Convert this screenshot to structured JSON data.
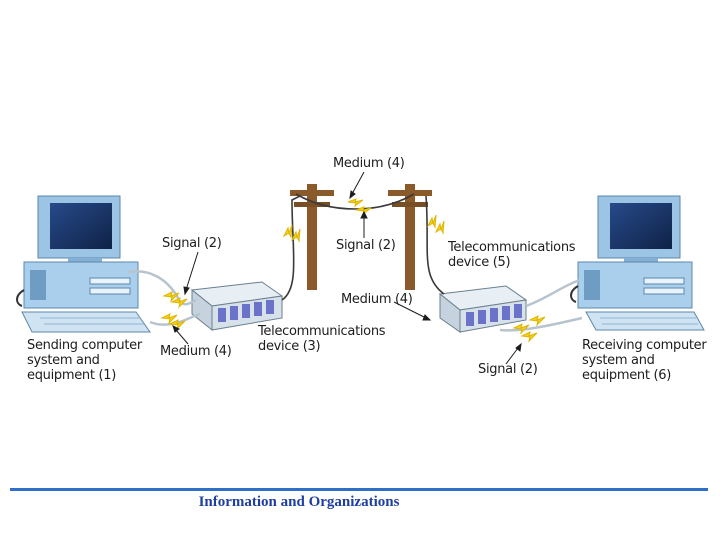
{
  "diagram": {
    "labels": {
      "medium_top": "Medium (4)",
      "signal_left": "Signal (2)",
      "signal_center": "Signal (2)",
      "telecom_right": "Telecommunications\ndevice (5)",
      "medium_middle": "Medium (4)",
      "telecom_left": "Telecommunications\ndevice (3)",
      "medium_left": "Medium (4)",
      "sending": "Sending computer\nsystem and\nequipment (1)",
      "receiving": "Receiving computer\nsystem and\nequipment (6)",
      "signal_bottom": "Signal (2)"
    }
  },
  "footer": {
    "text": "Information and Organizations"
  },
  "colors": {
    "footer_rule": "#2f6fc9",
    "footer_text": "#1f3f9e",
    "computer_blue": "#9cc4e4",
    "signal_yellow": "#f2d21a",
    "pole_brown": "#8a5a2b"
  }
}
